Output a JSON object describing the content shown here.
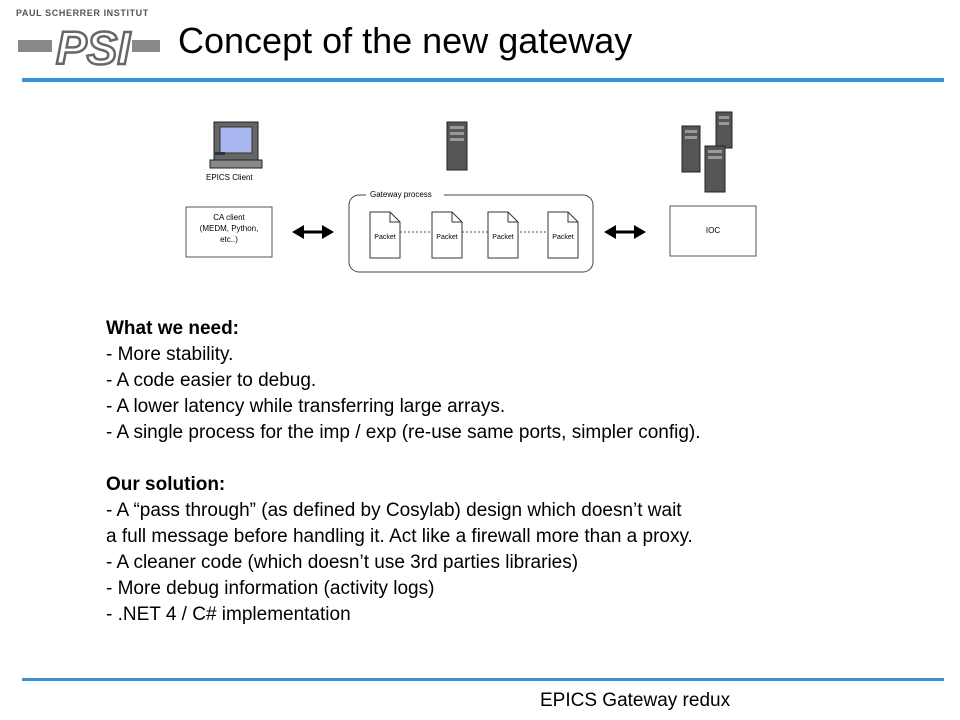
{
  "slide": {
    "logo_text": "PAUL SCHERRER INSTITUT",
    "logo_mark": "PSI",
    "title": "Concept of the new gateway",
    "footer": "EPICS Gateway redux"
  },
  "diagram": {
    "client_label": "EPICS Client",
    "ca_client_lines": [
      "CA client",
      "(MEDM, Python,",
      "etc..)"
    ],
    "gateway_label": "Gateway process",
    "packets": [
      "Packet",
      "Packet",
      "Packet",
      "Packet"
    ],
    "ioc_label": "IOC"
  },
  "need": {
    "heading": "What we need:",
    "items": [
      "- More stability.",
      "- A code easier to debug.",
      "- A lower latency while transferring large arrays.",
      "- A single process for the imp / exp (re-use same ports, simpler config)."
    ]
  },
  "solution": {
    "heading": "Our solution:",
    "items": [
      "- A “pass through” (as defined by Cosylab) design which doesn’t wait",
      "a full message before handling it. Act like a firewall more than a proxy.",
      "- A cleaner code (which doesn’t use 3rd parties libraries)",
      "- More debug information (activity logs)",
      "- .NET 4 / C# implementation"
    ]
  },
  "colors": {
    "accent": "#3a8fd6"
  }
}
